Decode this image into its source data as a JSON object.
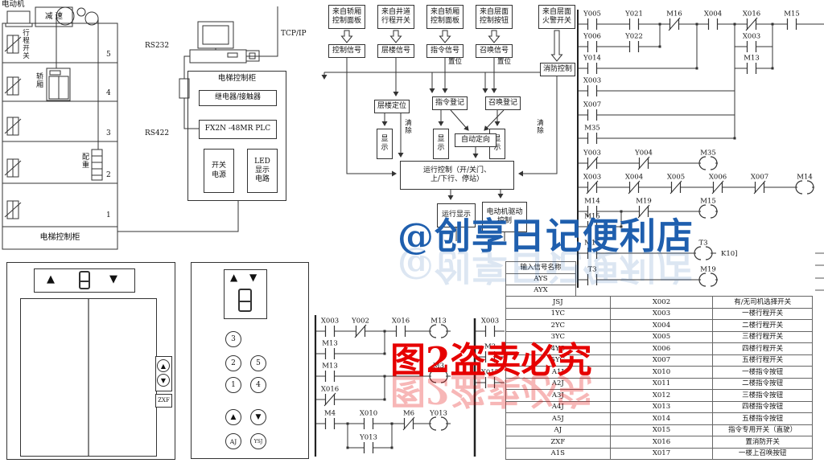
{
  "watermarks": {
    "blue": "@创享日记便利店",
    "blue_color": "#1f5fae",
    "red": "图2盗卖必究",
    "red_color": "#e60000"
  },
  "building": {
    "motor": "电动机",
    "reducer": "减 速",
    "travel_switch": "行程开关",
    "car": "轿厢",
    "counterweight": "配重",
    "cabinet": "电梯控制柜",
    "floors": [
      "5",
      "4",
      "3",
      "2",
      "1"
    ]
  },
  "network": {
    "tcpip": "TCP/IP",
    "rs232": "RS232",
    "rs422": "RS422"
  },
  "cabinet": {
    "title": "电梯控制柜",
    "relay": "继电器/接触器",
    "plc": "FX2N -48MR PLC",
    "power": "开关\n电源",
    "led": "LED\n显示\n电路"
  },
  "flowchart": {
    "sources": [
      "来自轿厢\n控制面板",
      "来自井道\n行程开关",
      "来自轿厢\n控制面板",
      "来自层面\n控制按钮",
      "来自层面\n火警开关"
    ],
    "signals": [
      "控制信号",
      "层楼信号",
      "指令信号",
      "召唤信号"
    ],
    "fire": "消防控制",
    "set_label": "置位",
    "clear_label": "清除",
    "floor_pos": "层楼定位",
    "cmd_reg": "指令登记",
    "call_reg": "召唤登记",
    "display": "显\n示",
    "auto_dir": "自动定向",
    "run_ctrl": "运行控制（开/关门、\n上/下行、停站）",
    "run_disp": "运行显示",
    "motor_drive": "电动机驱动\n控制"
  },
  "hall_panel": {
    "up": "▲",
    "down": "▼",
    "zxf": "ZXF"
  },
  "car_panel": {
    "up": "▲",
    "down": "▼",
    "buttons": [
      "3",
      "2",
      "5",
      "1",
      "4"
    ],
    "aj": "AJ",
    "ysj": "YSJ"
  },
  "table": {
    "header": "输入信号名称",
    "rows_plain": [
      "AYS",
      "AYX"
    ],
    "rows": [
      [
        "JSJ",
        "X002",
        "有/无司机选择开关"
      ],
      [
        "1YC",
        "X003",
        "一楼行程开关"
      ],
      [
        "2YC",
        "X004",
        "二楼行程开关"
      ],
      [
        "3YC",
        "X005",
        "三楼行程开关"
      ],
      [
        "4YC",
        "X006",
        "四楼行程开关"
      ],
      [
        "5YC",
        "X007",
        "五楼行程开关"
      ],
      [
        "A1J",
        "X010",
        "一楼指令按钮"
      ],
      [
        "A2J",
        "X011",
        "二楼指令按钮"
      ],
      [
        "A3J",
        "X012",
        "三楼指令按钮"
      ],
      [
        "A4J",
        "X013",
        "四楼指令按钮"
      ],
      [
        "A5J",
        "X014",
        "五楼指令按钮"
      ],
      [
        "AJ",
        "X015",
        "指令专用开关（直驶）"
      ],
      [
        "ZXF",
        "X016",
        "置消防开关"
      ],
      [
        "A1S",
        "X017",
        "一楼上召唤按钮"
      ]
    ]
  },
  "ladders": [
    {
      "name": "plc-ladder-main",
      "rails": [
        [
          718,
          12,
          358,
          2
        ]
      ],
      "wires": [
        [
          718,
          1024,
          30
        ],
        [
          718,
          820,
          58
        ],
        [
          913,
          960,
          58
        ],
        [
          718,
          866,
          85
        ],
        [
          913,
          960,
          85
        ],
        [
          718,
          913,
          113
        ],
        [
          718,
          913,
          143
        ],
        [
          718,
          913,
          172
        ],
        [
          718,
          892,
          203
        ],
        [
          718,
          1012,
          233
        ],
        [
          718,
          892,
          263
        ],
        [
          718,
          772,
          282
        ],
        [
          718,
          890,
          315
        ],
        [
          718,
          892,
          348
        ]
      ],
      "links": [
        [
          820,
          30,
          58
        ],
        [
          866,
          30,
          85
        ],
        [
          913,
          30,
          172
        ],
        [
          960,
          30,
          85
        ],
        [
          772,
          263,
          282
        ]
      ],
      "contacts": [
        [
          736,
          30,
          "Y005",
          0
        ],
        [
          788,
          30,
          "Y021",
          0
        ],
        [
          838,
          30,
          "M16",
          1
        ],
        [
          886,
          30,
          "X004",
          0
        ],
        [
          934,
          30,
          "X016",
          1
        ],
        [
          984,
          30,
          "M15",
          0
        ],
        [
          736,
          58,
          "Y006",
          0
        ],
        [
          788,
          58,
          "Y022",
          0
        ],
        [
          934,
          58,
          "X003",
          0
        ],
        [
          736,
          85,
          "Y014",
          0
        ],
        [
          934,
          85,
          "M13",
          0
        ],
        [
          736,
          113,
          "X003",
          0
        ],
        [
          736,
          143,
          "X007",
          0
        ],
        [
          736,
          172,
          "M35",
          0
        ],
        [
          736,
          203,
          "Y003",
          1
        ],
        [
          800,
          203,
          "Y004",
          1
        ],
        [
          736,
          233,
          "X003",
          1
        ],
        [
          788,
          233,
          "X004",
          1
        ],
        [
          840,
          233,
          "X005",
          1
        ],
        [
          892,
          233,
          "X006",
          1
        ],
        [
          944,
          233,
          "X007",
          1
        ],
        [
          736,
          263,
          "M14",
          0
        ],
        [
          800,
          263,
          "M19",
          1
        ],
        [
          736,
          282,
          "M15",
          0
        ],
        [
          736,
          315,
          "M15",
          0
        ],
        [
          736,
          348,
          "T3",
          0
        ]
      ],
      "coils": [
        [
          880,
          203,
          "M35"
        ],
        [
          1000,
          233,
          "M14"
        ],
        [
          880,
          263,
          "M15"
        ],
        [
          874,
          315,
          "T3"
        ],
        [
          880,
          348,
          "M19"
        ]
      ],
      "texts": [
        [
          896,
          318,
          "K10]"
        ]
      ]
    },
    {
      "name": "plc-ladder-bottom",
      "rails": [
        [
          392,
          392,
          568,
          2.2
        ]
      ],
      "wires": [
        [
          392,
          560,
          412
        ],
        [
          392,
          478,
          440
        ],
        [
          392,
          560,
          468
        ],
        [
          392,
          478,
          497
        ],
        [
          392,
          560,
          527
        ],
        [
          432,
          487,
          557
        ]
      ],
      "links": [
        [
          478,
          412,
          440
        ],
        [
          478,
          468,
          497
        ],
        [
          432,
          527,
          557
        ],
        [
          487,
          527,
          557
        ]
      ],
      "contacts": [
        [
          410,
          412,
          "X003",
          0
        ],
        [
          448,
          412,
          "Y002",
          1
        ],
        [
          498,
          412,
          "X016",
          0
        ],
        [
          410,
          440,
          "M13",
          0
        ],
        [
          410,
          468,
          "M13",
          0
        ],
        [
          410,
          497,
          "X016",
          1
        ],
        [
          410,
          527,
          "M4",
          0
        ],
        [
          458,
          527,
          "X010",
          0
        ],
        [
          508,
          527,
          "M6",
          1
        ],
        [
          458,
          557,
          "Y013",
          0
        ]
      ],
      "coils": [
        [
          545,
          412,
          "M13"
        ],
        [
          545,
          468,
          "M3"
        ],
        [
          545,
          527,
          "Y013"
        ]
      ],
      "texts": []
    },
    {
      "name": "plc-ladder-stub",
      "rails": [
        [
          590,
          396,
          568,
          2.5
        ]
      ],
      "wires": [
        [
          590,
          627,
          412
        ],
        [
          590,
          627,
          444
        ],
        [
          590,
          627,
          476
        ]
      ],
      "links": [],
      "contacts": [
        [
          609,
          412,
          "X003",
          0
        ],
        [
          609,
          444,
          "M3",
          0
        ],
        [
          609,
          476,
          "X017",
          0
        ]
      ],
      "coils": [],
      "texts": []
    }
  ]
}
